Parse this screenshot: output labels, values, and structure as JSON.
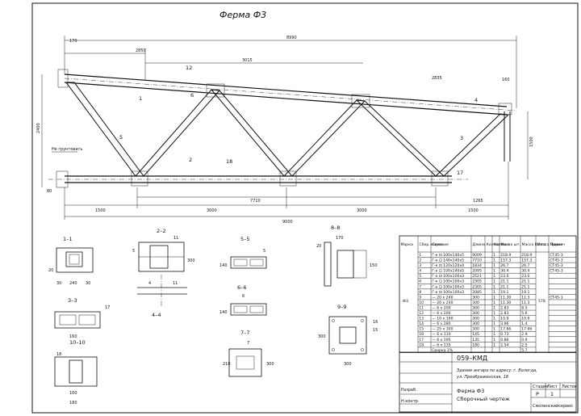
{
  "truss": {
    "title": "Ферма Ф3",
    "top_dims": [
      "2850",
      "8990",
      "3015",
      "2835",
      "170",
      "160"
    ],
    "bottom_dims": [
      "1500",
      "3000",
      "3000",
      "1500",
      "9000",
      "7710",
      "1265"
    ],
    "height_dims": [
      "2400",
      "1500",
      "80"
    ],
    "member_labels": [
      "1",
      "2",
      "3",
      "4",
      "5",
      "6",
      "12",
      "17",
      "18"
    ],
    "note": "Не грунтовать"
  },
  "sections": [
    {
      "label": "1–1",
      "dims": [
        "240",
        "30",
        "30",
        "20"
      ]
    },
    {
      "label": "2–2",
      "dims": [
        "11",
        "5",
        "300"
      ]
    },
    {
      "label": "3–3",
      "dims": [
        "17",
        "160"
      ]
    },
    {
      "label": "4–4",
      "dims": [
        "4",
        "11"
      ]
    },
    {
      "label": "5–5",
      "dims": [
        "5",
        "140"
      ]
    },
    {
      "label": "6–6",
      "dims": [
        "6",
        "140"
      ]
    },
    {
      "label": "7–7",
      "dims": [
        "7",
        "300",
        "210"
      ]
    },
    {
      "label": "8–8",
      "dims": [
        "170",
        "20",
        "150"
      ]
    },
    {
      "label": "9–9",
      "dims": [
        "16",
        "15",
        "300",
        "300"
      ]
    },
    {
      "label": "10–10",
      "dims": [
        "18",
        "100",
        "180"
      ]
    }
  ],
  "spec": {
    "headers": [
      "Марка",
      "Сбор. марка",
      "Сечение",
      "Длина",
      "Кол-во т",
      "Кол-во н",
      "Масса шт.",
      "Масса Всего",
      "Масса Марки",
      "Примеч"
    ],
    "mark": "Ф3",
    "total_mark": "578",
    "rows": [
      [
        "1",
        "Г-к ⊡ 100x140x5",
        "9009",
        "",
        "1",
        "218.9",
        "218.9",
        "СТ45-3"
      ],
      [
        "2",
        "Г-к ⊡ 140x140x5",
        "7710",
        "",
        "1",
        "157.3",
        "157.3",
        "СТ45-3"
      ],
      [
        "3",
        "Г-к ⊡ 120x120x4",
        "1834",
        "",
        "1",
        "26.7",
        "26.7",
        "СТ45-3"
      ],
      [
        "4",
        "Г-к ⊡ 100x140x5",
        "2095",
        "",
        "1",
        "30.4",
        "30.4",
        "СТ45-3"
      ],
      [
        "5",
        "Г-к ⊡ 100x100x3",
        "2521",
        "",
        "1",
        "23.0",
        "23.0",
        ""
      ],
      [
        "6",
        "Г-к ⊡ 100x100x3",
        "2305",
        "",
        "1",
        "21.1",
        "21.1",
        ""
      ],
      [
        "7",
        "Г-к ⊡ 100x100x3",
        "2305",
        "",
        "1",
        "21.1",
        "21.1",
        ""
      ],
      [
        "8",
        "Г-к ⊡ 100x100x3",
        "2085",
        "",
        "1",
        "19.1",
        "19.1",
        ""
      ],
      [
        "9",
        "— 20 x 240",
        "300",
        "",
        "1",
        "11.30",
        "11.3",
        "СТ45-1"
      ],
      [
        "10",
        "— 20 x 240",
        "300",
        "",
        "1",
        "11.30",
        "11.3",
        ""
      ],
      [
        "11",
        "— 6 x 200",
        "300",
        "",
        "1",
        "2.83",
        "8.5",
        ""
      ],
      [
        "12",
        "— 6 x 200",
        "300",
        "",
        "1",
        "2.83",
        "5.6",
        ""
      ],
      [
        "13",
        "— 10 x 190",
        "300",
        "",
        "1",
        "10.9",
        "10.9",
        ""
      ],
      [
        "14",
        "— 6 x 280",
        "300",
        "",
        "1",
        "3.96",
        "1.4",
        ""
      ],
      [
        "15",
        "— 25 x 300",
        "300",
        "",
        "1",
        "17.66",
        "17.66",
        ""
      ],
      [
        "16",
        "— 6 x 110",
        "145",
        "",
        "1",
        "0.73",
        "2.9",
        ""
      ],
      [
        "17",
        "— 6 x 195",
        "135",
        "",
        "1",
        "0.86",
        "0.9",
        ""
      ],
      [
        "18",
        "— 6 x 135",
        "180",
        "",
        "1",
        "2.54",
        "2.5",
        ""
      ],
      [
        "",
        "Сварка 1%",
        "",
        "",
        "",
        "",
        "5.7",
        ""
      ]
    ]
  },
  "title_block": {
    "code": "059–КМД",
    "project_line1": "Здание ангара по адресу: г. Вологда,",
    "project_line2": "ул. Преображенская, 18",
    "sheet_name": "Ферма Ф3",
    "drawing_type": "Сборочный чертеж",
    "stage_label": "Стадия",
    "sheet_label": "Лист",
    "sheets_label": "Листов",
    "stage": "Р",
    "sheet_no": "1",
    "developer_label": "Разраб.",
    "checker_label": "Н.контр.",
    "watermark": "Смоленскийсервис"
  }
}
